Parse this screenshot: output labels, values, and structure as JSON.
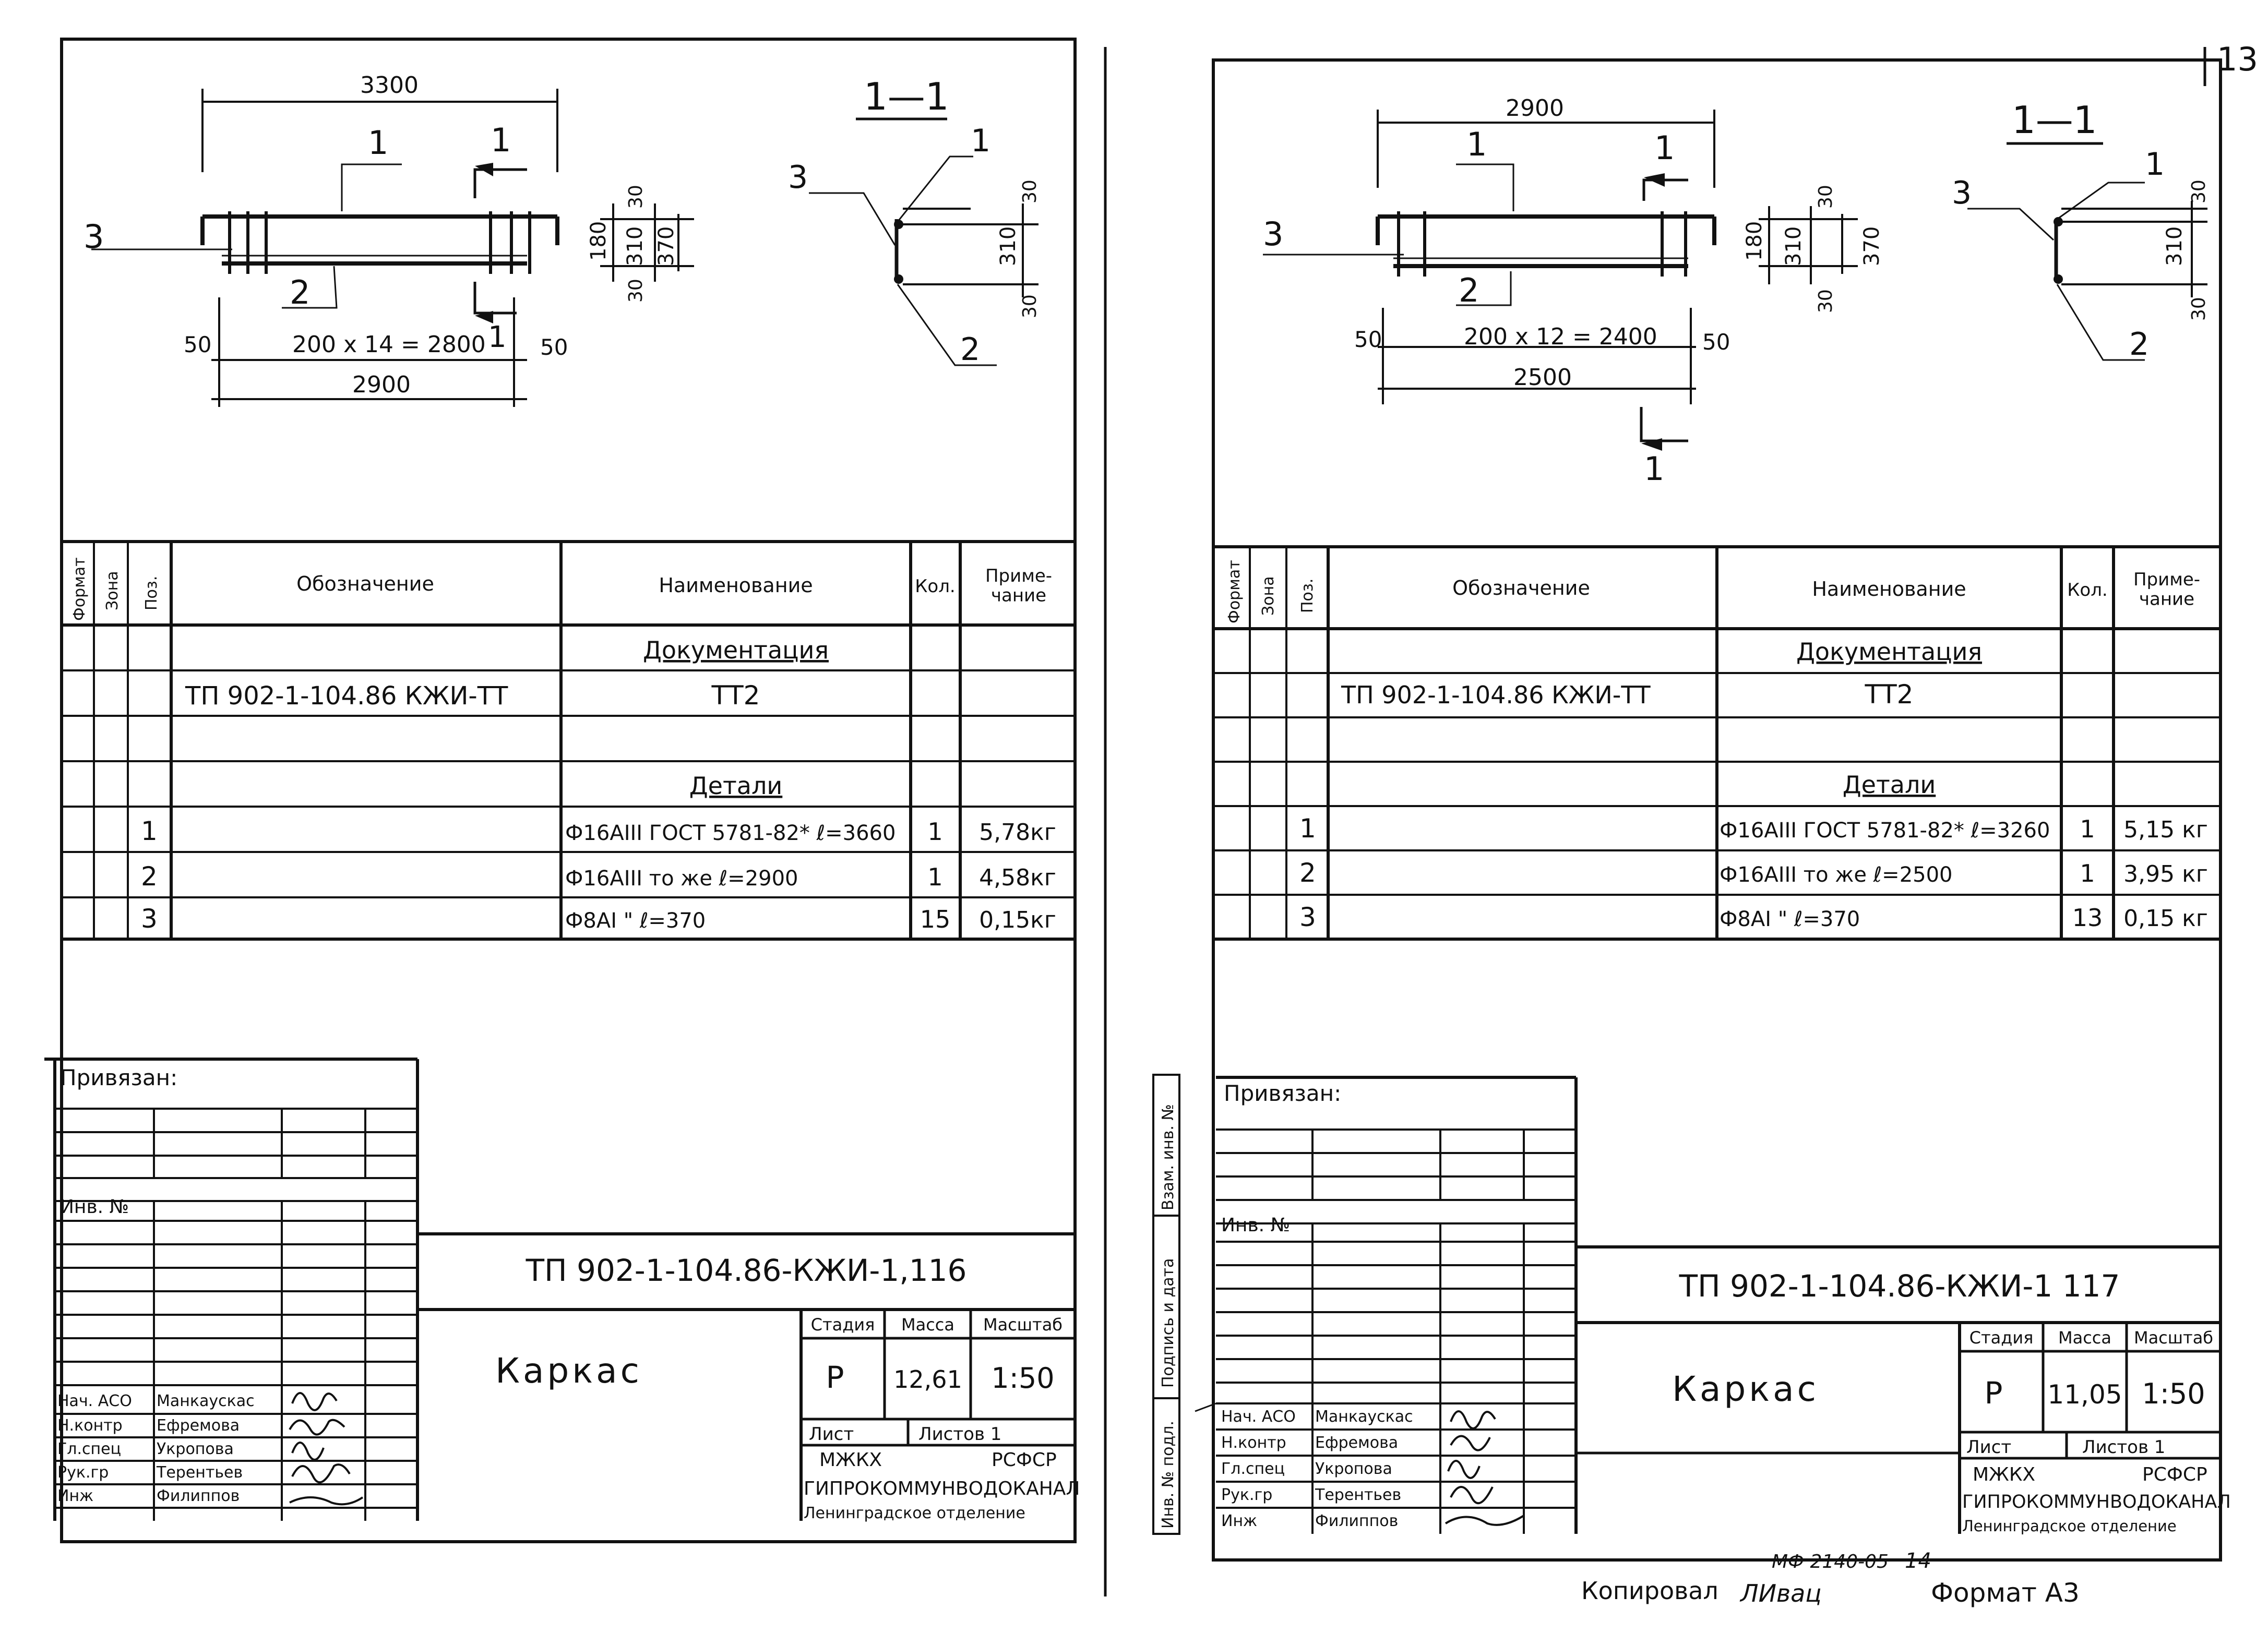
{
  "sheets": [
    {
      "drawing": {
        "section_label": "1—1",
        "dims": {
          "overall_top": "3300",
          "spacing": "200 x 14 = 2800",
          "end_left": "50",
          "end_right": "50",
          "overall_bottom": "2900",
          "sec_top": "30",
          "sec_inner": "310",
          "sec_full": "370",
          "sec_bottom": "30",
          "sec_mid": "180"
        },
        "callouts": {
          "p1": "1",
          "p2": "2",
          "p3": "3",
          "cut": "1"
        }
      },
      "spec": {
        "headers": {
          "format": "Формат",
          "zone": "Зона",
          "pos": "Поз.",
          "designation": "Обозначение",
          "name": "Наименование",
          "qty": "Кол.",
          "note": "Приме-\nчание"
        },
        "doc_section": "Документация",
        "doc_code": "ТП 902-1-104.86  КЖИ-ТТ",
        "doc_name": "ТТ2",
        "details_section": "Детали",
        "rows": [
          {
            "pos": "1",
            "name": "Ф16АIII ГОСТ 5781-82* ℓ=3660",
            "qty": "1",
            "note": "5,78кг"
          },
          {
            "pos": "2",
            "name": "Ф16АIII  то же   ℓ=2900",
            "qty": "1",
            "note": "4,58кг"
          },
          {
            "pos": "3",
            "name": "Ф8АI      \"       ℓ=370",
            "qty": "15",
            "note": "0,15кг"
          }
        ]
      },
      "stamp": {
        "bound": "Привязан:",
        "inv_no": "Инв. №",
        "doc_number": "ТП 902-1-104.86-КЖИ-1,116",
        "title": "Каркас",
        "stage_label": "Стадия",
        "mass_label": "Масса",
        "scale_label": "Масштаб",
        "stage": "Р",
        "mass": "12,61",
        "scale": "1:50",
        "sheet_label": "Лист",
        "sheets_label": "Листов  1",
        "org1": "МЖКХ",
        "org2": "РСФСР",
        "org3": "ГИПРОКОММУНВОДОКАНАЛ",
        "org4": "Ленинградское отделение",
        "signers": [
          {
            "role": "Нач. АСО",
            "name": "Манкаускас"
          },
          {
            "role": "Н.контр",
            "name": "Ефремова"
          },
          {
            "role": "Гл.спец",
            "name": "Укропова"
          },
          {
            "role": "Рук.гр",
            "name": "Терентьев"
          },
          {
            "role": "Инж",
            "name": "Филиппов"
          }
        ]
      }
    },
    {
      "drawing": {
        "section_label": "1—1",
        "dims": {
          "overall_top": "2900",
          "spacing": "200 x 12 = 2400",
          "end_left": "50",
          "end_right": "50",
          "overall_bottom": "2500",
          "sec_top": "30",
          "sec_inner": "310",
          "sec_full": "370",
          "sec_bottom": "30",
          "sec_mid": "180"
        },
        "callouts": {
          "p1": "1",
          "p2": "2",
          "p3": "3",
          "cut": "1"
        }
      },
      "spec": {
        "headers": {
          "format": "Формат",
          "zone": "Зона",
          "pos": "Поз.",
          "designation": "Обозначение",
          "name": "Наименование",
          "qty": "Кол.",
          "note": "Приме-\nчание"
        },
        "doc_section": "Документация",
        "doc_code": "ТП 902-1-104.86  КЖИ-ТТ",
        "doc_name": "ТТ2",
        "details_section": "Детали",
        "rows": [
          {
            "pos": "1",
            "name": "Ф16АIII ГОСТ 5781-82* ℓ=3260",
            "qty": "1",
            "note": "5,15 кг"
          },
          {
            "pos": "2",
            "name": "Ф16АIII  то же   ℓ=2500",
            "qty": "1",
            "note": "3,95 кг"
          },
          {
            "pos": "3",
            "name": "Ф8АI      \"       ℓ=370",
            "qty": "13",
            "note": "0,15 кг"
          }
        ]
      },
      "stamp": {
        "bound": "Привязан:",
        "inv_no": "Инв. №",
        "doc_number": "ТП 902-1-104.86-КЖИ-1 117",
        "title": "Каркас",
        "stage_label": "Стадия",
        "mass_label": "Масса",
        "scale_label": "Масштаб",
        "stage": "Р",
        "mass": "11,05",
        "scale": "1:50",
        "sheet_label": "Лист",
        "sheets_label": "Листов 1",
        "org1": "МЖКХ",
        "org2": "РСФСР",
        "org3": "ГИПРОКОММУНВОДОКАНАЛ",
        "org4": "Ленинградское отделение",
        "signers": [
          {
            "role": "Нач. АСО",
            "name": "Манкаускас"
          },
          {
            "role": "Н.контр",
            "name": "Ефремова"
          },
          {
            "role": "Гл.спец",
            "name": "Укропова"
          },
          {
            "role": "Рук.гр",
            "name": "Терентьев"
          },
          {
            "role": "Инж",
            "name": "Филиппов"
          }
        ],
        "side_labels": [
          "Взам. инв. №",
          "Подпись и дата",
          "Инв. № подл."
        ]
      }
    }
  ],
  "page_number": "13",
  "footer": {
    "copied": "Копировал",
    "copied_sign": "ЛИвац",
    "code": "МФ 2140-05",
    "code_num": "14",
    "format": "Формат  А3"
  }
}
